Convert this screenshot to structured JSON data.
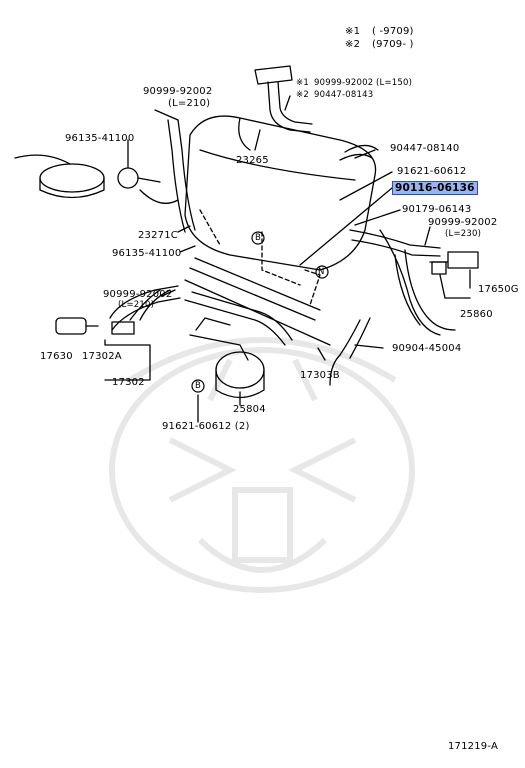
{
  "legend": {
    "line1_mark": "※1",
    "line1_range": "(      -9709)",
    "line2_mark": "※2",
    "line2_range": "(9709-      )"
  },
  "callouts": {
    "tr_line1_mark": "※1",
    "tr_line1_part": "90999-92002",
    "tr_line1_len": "(L=150)",
    "tr_line2_mark": "※2",
    "tr_line2_part": "90447-08143",
    "p90999_92002_top": "90999-92002",
    "p90999_92002_top_len": "(L=210)",
    "p96135_41100_top": "96135-41100",
    "p23265": "23265",
    "p90447_08140": "90447-08140",
    "p91621_60612_top": "91621-60612",
    "p90116_06136": "90116-06136",
    "p90179_06143": "90179-06143",
    "p90999_92002_right": "90999-92002",
    "p90999_92002_right_len": "(L=230)",
    "p23271C": "23271C",
    "p96135_41100_mid": "96135-41100",
    "p17650G": "17650G",
    "p90999_92002_left": "90999-92002",
    "p90999_92002_left_len": "(L=210)",
    "p25860": "25860",
    "p17630": "17630",
    "p17302A": "17302A",
    "p90904_45004": "90904-45004",
    "p17302": "17302",
    "p17303B": "17303B",
    "p25804": "25804",
    "p91621_60612_bottom": "91621-60612 (2)"
  },
  "badges": {
    "b1": "B",
    "b2": "N",
    "b3": "B"
  },
  "footer": {
    "diagram_id": "171219-A"
  },
  "colors": {
    "ink": "#000000",
    "highlight": "#9bb3ee",
    "highlight_border": "#2b4fb0"
  }
}
